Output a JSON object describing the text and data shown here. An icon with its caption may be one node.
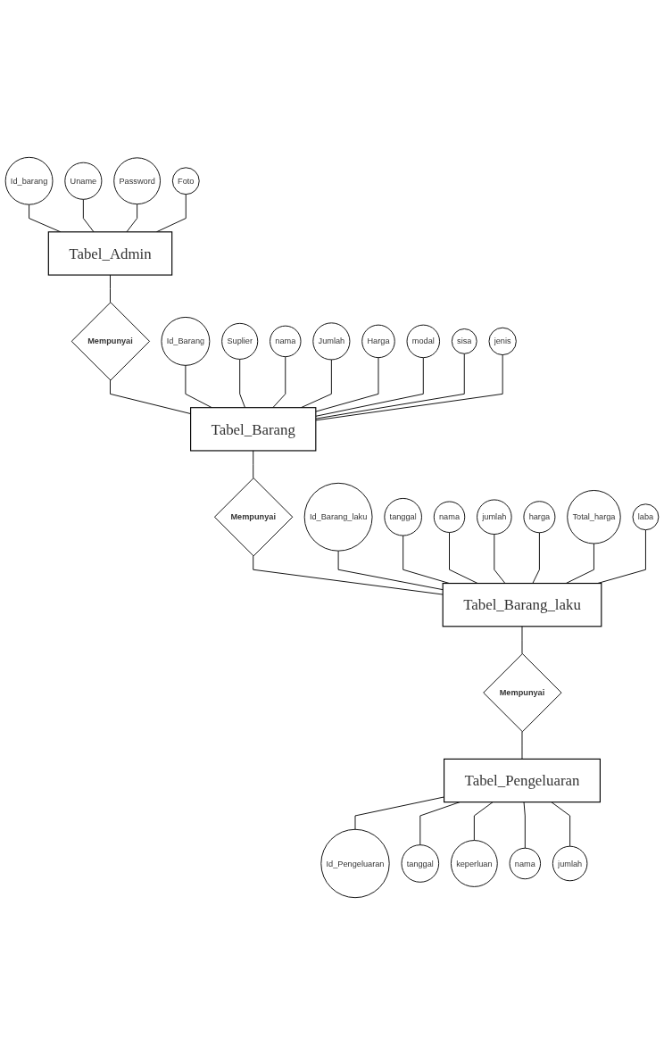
{
  "diagram": {
    "nodes": [
      {
        "text": [
          "Id_barang"
        ]
      },
      {
        "text": [
          "Tabel_Admin"
        ]
      },
      {
        "text": [
          "Password"
        ]
      },
      {
        "text": [
          "Uname"
        ]
      },
      {
        "text": [
          "Foto"
        ]
      },
      {
        "text": [
          "Mempunyai"
        ]
      },
      {
        "text": [
          "Id_Barang"
        ]
      },
      {
        "text": [
          "Harga"
        ]
      },
      {
        "text": [
          "Suplier"
        ]
      },
      {
        "text": [
          "modal"
        ]
      },
      {
        "text": [
          "Tabel_Barang"
        ]
      },
      {
        "text": [
          "nama"
        ]
      },
      {
        "text": [
          "sisa"
        ]
      },
      {
        "text": [
          "jenis"
        ]
      },
      {
        "text": [
          "Jumlah"
        ]
      },
      {
        "text": [
          "Mempunyai"
        ]
      },
      {
        "text": [
          "jumlah"
        ]
      },
      {
        "text": [
          "Id_Barang_laku"
        ]
      },
      {
        "text": [
          "Tabel_Barang_laku"
        ]
      },
      {
        "text": [
          "harga"
        ]
      },
      {
        "text": [
          "tanggal"
        ]
      },
      {
        "text": [
          "nama"
        ]
      },
      {
        "text": [
          "laba"
        ]
      },
      {
        "text": [
          "Total_harga"
        ]
      },
      {
        "text": [
          "Mempunyai"
        ]
      },
      {
        "text": [
          "Id_Pengeluaran"
        ]
      },
      {
        "text": [
          "Tabel_Pengeluaran"
        ]
      },
      {
        "text": [
          "jumlah"
        ]
      },
      {
        "text": [
          "tanggal"
        ]
      },
      {
        "text": [
          "keperluan"
        ]
      },
      {
        "text": [
          "nama"
        ]
      }
    ],
    "edges": [
      {
        "from": 0,
        "to": 1,
        "arrow": "none"
      },
      {
        "from": 3,
        "to": 1,
        "arrow": "none"
      },
      {
        "from": 2,
        "to": 1,
        "arrow": "none"
      },
      {
        "from": 4,
        "to": 1,
        "arrow": "none"
      },
      {
        "from": 1,
        "to": 5,
        "arrow": "none"
      },
      {
        "from": 5,
        "to": 10,
        "arrow": "none"
      },
      {
        "from": 6,
        "to": 10,
        "arrow": "none"
      },
      {
        "from": 8,
        "to": 10,
        "arrow": "none"
      },
      {
        "from": 11,
        "to": 10,
        "arrow": "none"
      },
      {
        "from": 14,
        "to": 10,
        "arrow": "none"
      },
      {
        "from": 7,
        "to": 10,
        "arrow": "none"
      },
      {
        "from": 9,
        "to": 10,
        "arrow": "none"
      },
      {
        "from": 12,
        "to": 10,
        "arrow": "none"
      },
      {
        "from": 13,
        "to": 10,
        "arrow": "none"
      },
      {
        "from": 10,
        "to": 15,
        "arrow": "none"
      },
      {
        "from": 15,
        "to": 18,
        "arrow": "none"
      },
      {
        "from": 17,
        "to": 18,
        "arrow": "none"
      },
      {
        "from": 20,
        "to": 18,
        "arrow": "none"
      },
      {
        "from": 21,
        "to": 18,
        "arrow": "none"
      },
      {
        "from": 16,
        "to": 18,
        "arrow": "none"
      },
      {
        "from": 19,
        "to": 18,
        "arrow": "none"
      },
      {
        "from": 23,
        "to": 18,
        "arrow": "none"
      },
      {
        "from": 22,
        "to": 18,
        "arrow": "none"
      },
      {
        "from": 18,
        "to": 24,
        "arrow": "none"
      },
      {
        "from": 24,
        "to": 26,
        "arrow": "none"
      },
      {
        "from": 26,
        "to": 25,
        "arrow": "none"
      },
      {
        "from": 26,
        "to": 28,
        "arrow": "none"
      },
      {
        "from": 26,
        "to": 29,
        "arrow": "none"
      },
      {
        "from": 26,
        "to": 30,
        "arrow": "none"
      },
      {
        "from": 26,
        "to": 27,
        "arrow": "none"
      }
    ]
  }
}
